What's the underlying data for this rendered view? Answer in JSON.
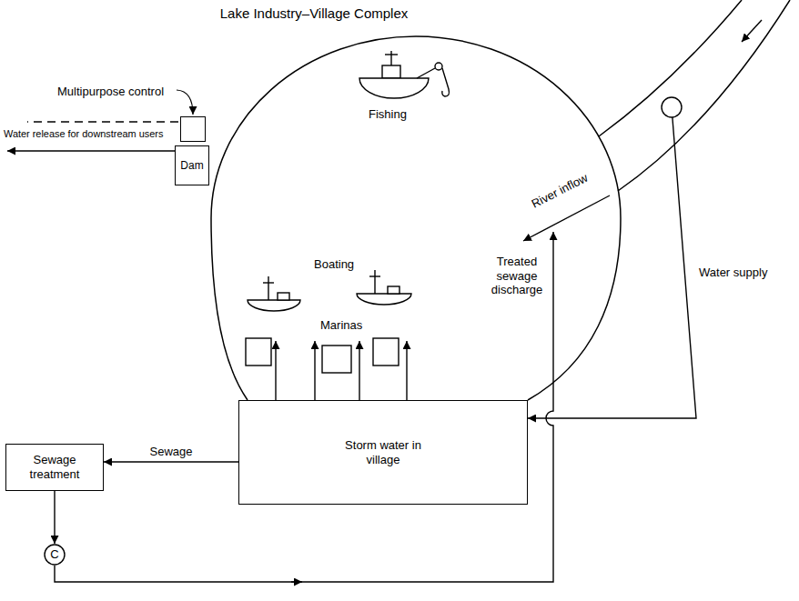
{
  "diagram": {
    "title": "Lake Industry–Village Complex",
    "nodes": [
      {
        "text": [
          "Fishing",
          "Boating",
          "Marinas"
        ]
      },
      {
        "text": [
          "Multipurpose control"
        ]
      },
      {
        "text": [
          "Dam"
        ]
      },
      {
        "text": [
          "River inflow"
        ]
      },
      {
        "text": [
          "Storm water in village"
        ]
      },
      {
        "text": [
          "Sewage treatment"
        ]
      },
      {
        "text": [
          "C"
        ]
      }
    ],
    "edges": [
      {
        "from": 4,
        "to": 0,
        "arrow": "to"
      },
      {
        "from": 4,
        "to": 5,
        "label": "Sewage",
        "arrow": "to"
      },
      {
        "from": 5,
        "to": 6,
        "arrow": "to"
      },
      {
        "from": 6,
        "to": 3,
        "label": "Treated sewage discharge",
        "arrow": "to"
      },
      {
        "from": 3,
        "to": 4,
        "label": "Water supply",
        "arrow": "to"
      }
    ],
    "labels": [
      "Water release for downstream users"
    ]
  }
}
